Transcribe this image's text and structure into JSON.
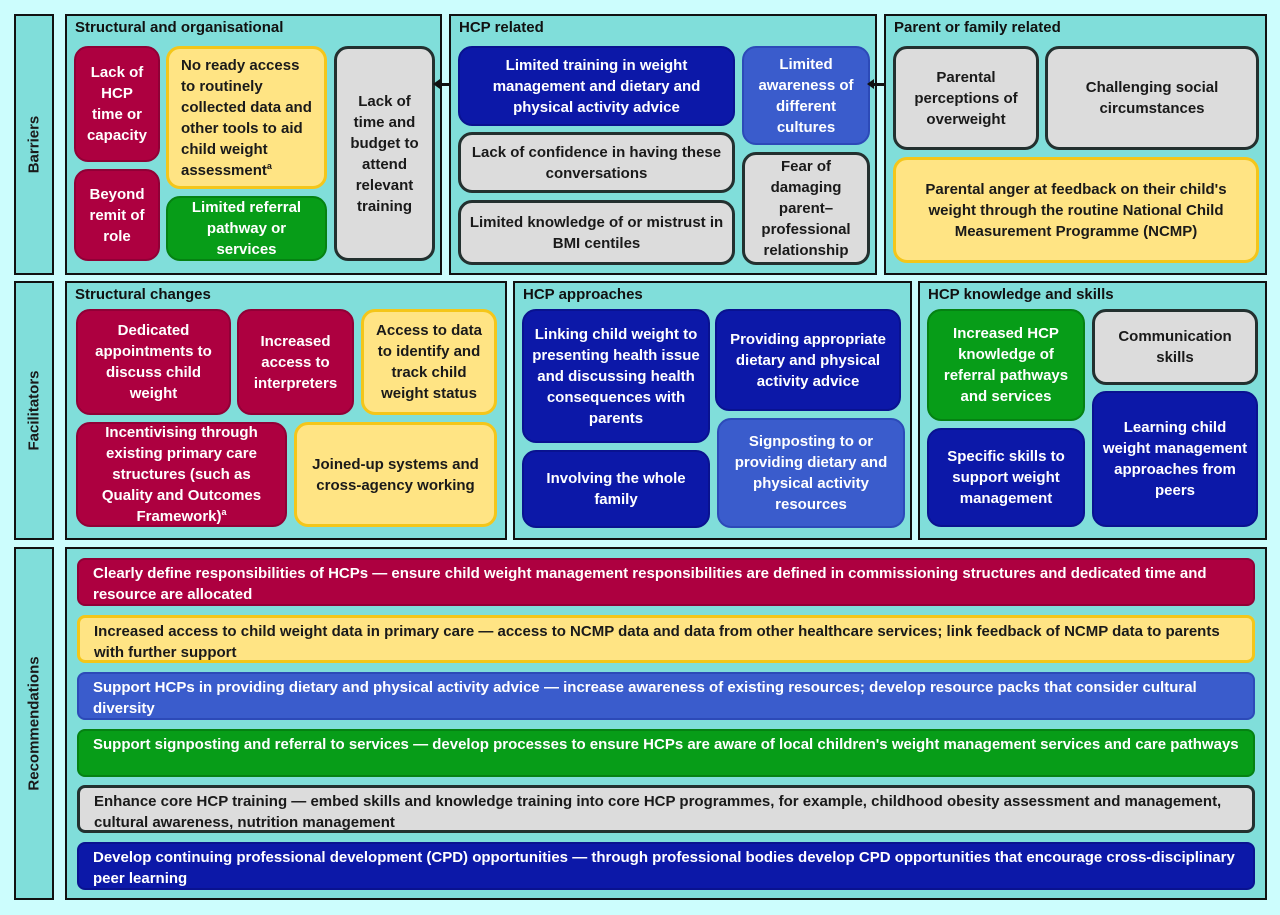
{
  "colors": {
    "background": "#ccfdfd",
    "panel": "#80deda",
    "red": "#ad0040",
    "yellow": "#ffe484",
    "grey": "#dcdcdc",
    "navy": "#0c18a8",
    "blue": "#3a5ccc",
    "green": "#079d18"
  },
  "rows": {
    "barriers": "Barriers",
    "facilitators": "Facilitators",
    "recommendations": "Recommendations"
  },
  "barriers": {
    "structural": {
      "title": "Structural and organisational",
      "items": [
        "Lack of HCP time or capacity",
        "Beyond remit of role",
        "No ready access to routinely collected data and other tools to aid child weight assessment",
        "Limited referral pathway or services",
        "Lack of time and budget to attend relevant training"
      ],
      "footnote_mark": "a"
    },
    "hcp": {
      "title": "HCP related",
      "items": [
        "Limited training in weight management and dietary and physical activity advice",
        "Lack of confidence in having these conversations",
        "Limited knowledge of or mistrust in BMI centiles",
        "Limited awareness of different cultures",
        "Fear of damaging parent–professional relationship"
      ]
    },
    "parent": {
      "title": "Parent or family related",
      "items": [
        "Parental perceptions of overweight",
        "Challenging social circumstances",
        "Parental anger at feedback on their child's weight through the routine National Child Measurement Programme (NCMP)"
      ]
    }
  },
  "facilitators": {
    "structural": {
      "title": "Structural changes",
      "items": [
        "Dedicated appointments to discuss child weight",
        "Increased access to interpreters",
        "Access to data to identify and track child weight status",
        "Incentivising through existing primary care structures (such as Quality and Outcomes Framework)",
        "Joined-up systems and cross-agency working"
      ],
      "footnote_mark": "a"
    },
    "approaches": {
      "title": "HCP approaches",
      "items": [
        "Linking child weight to presenting health issue and discussing health consequences with parents",
        "Providing appropriate dietary and physical activity advice",
        "Involving the whole family",
        "Signposting to or providing dietary and physical activity resources"
      ]
    },
    "knowledge": {
      "title": "HCP knowledge and skills",
      "items": [
        "Increased HCP knowledge of referral pathways and services",
        "Communication skills",
        "Specific skills to support weight management",
        "Learning child weight management approaches from peers"
      ]
    }
  },
  "recommendations": [
    "Clearly define responsibilities of HCPs — ensure child weight management responsibilities are defined in commissioning structures and dedicated time and resource are allocated",
    "Increased access to child weight data in primary care — access to NCMP data and data from other healthcare services; link feedback of NCMP data to parents with further support",
    "Support HCPs in providing dietary and physical activity advice — increase awareness of existing resources; develop resource packs that consider cultural diversity",
    "Support signposting and referral to services — develop processes to ensure HCPs are aware of local children's weight management services and care pathways",
    "Enhance core HCP training — embed skills and knowledge training into core HCP programmes, for example, childhood obesity assessment and management, cultural awareness, nutrition management",
    "Develop continuing professional development (CPD) opportunities — through professional bodies develop CPD opportunities that encourage cross-disciplinary peer learning"
  ]
}
